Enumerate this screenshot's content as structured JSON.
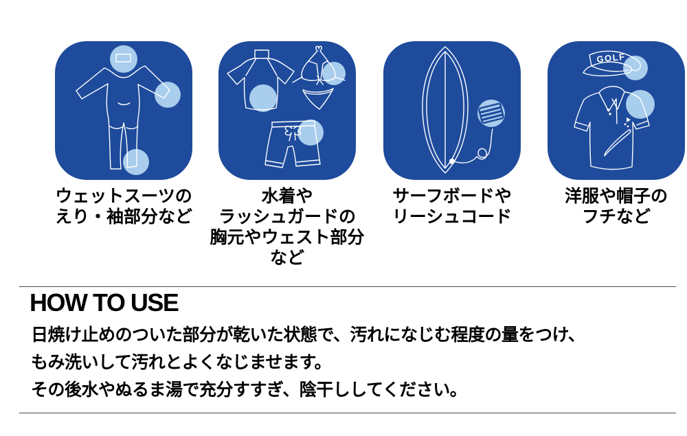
{
  "colors": {
    "tile_blue": "#1E4B9C",
    "highlight_blue": "#A9CDEC",
    "line_art_white": "#ffffff",
    "text_black": "#000000",
    "divider_gray": "#4a4a4a"
  },
  "panels": [
    {
      "icon": "wetsuit-icon",
      "caption": "ウェットスーツの\nえり・袖部分など"
    },
    {
      "icon": "swimwear-rashguard-icon",
      "caption": "水着や\nラッシュガードの\n胸元やウェスト部分\nなど"
    },
    {
      "icon": "surfboard-leash-icon",
      "caption": "サーフボードや\nリーシュコード"
    },
    {
      "icon": "clothes-cap-icon",
      "cap_label": "GOLF",
      "caption": "洋服や帽子の\nフチなど"
    }
  ],
  "how_to_use": {
    "heading": "HOW TO USE",
    "body": "日焼け止めのついた部分が乾いた状態で、汚れになじむ程度の量をつけ、\nもみ洗いして汚れとよくなじませます。\nその後水やぬるま湯で充分すすぎ、陰干ししてください。"
  }
}
